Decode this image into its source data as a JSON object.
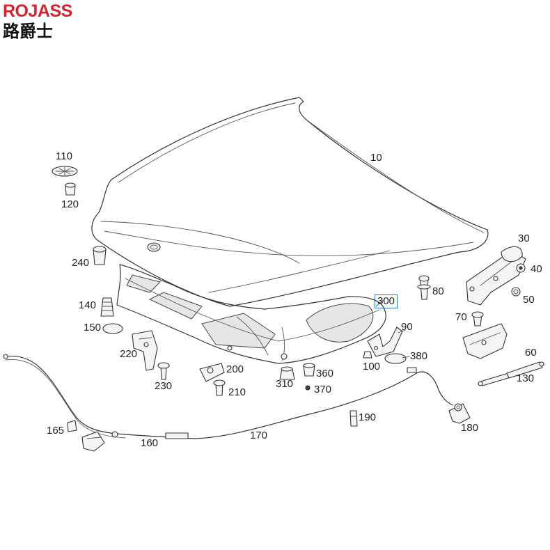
{
  "brand": {
    "name_latin": "ROJASS",
    "name_cjk": "路爵士",
    "accent_color": "#d7232e"
  },
  "diagram": {
    "highlight_color": "#2b7bd0",
    "labels": {
      "p10": "10",
      "p30": "30",
      "p40": "40",
      "p50": "50",
      "p60": "60",
      "p70": "70",
      "p80": "80",
      "p90": "90",
      "p100": "100",
      "p110": "110",
      "p120": "120",
      "p130": "130",
      "p140": "140",
      "p150": "150",
      "p160": "160",
      "p165": "165",
      "p170": "170",
      "p180": "180",
      "p190": "190",
      "p200": "200",
      "p210": "210",
      "p220": "220",
      "p230": "230",
      "p240": "240",
      "p300": "300",
      "p310": "310",
      "p360": "360",
      "p370": "370",
      "p380": "380"
    }
  }
}
